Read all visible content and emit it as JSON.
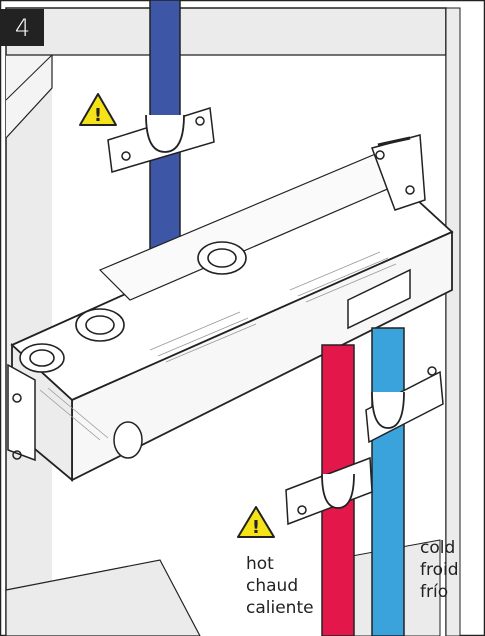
{
  "step": {
    "number": "4"
  },
  "hot_label": {
    "en": "hot",
    "fr": "chaud",
    "es": "caliente"
  },
  "cold_label": {
    "en": "cold",
    "fr": "froid",
    "es": "frío"
  },
  "warning_icon": {
    "symbol": "!"
  },
  "colors": {
    "cold_pipe_upper": "#3d56a6",
    "hot_pipe": "#e3174a",
    "cold_pipe": "#3aa3db",
    "warning_fill": "#f5e31a",
    "wall": "#ebebeb",
    "outline": "#222222"
  },
  "icons": {
    "step_badge": "step-number-icon",
    "warning": "warning-triangle-icon",
    "pipe_clip": "pipe-clip-icon"
  }
}
